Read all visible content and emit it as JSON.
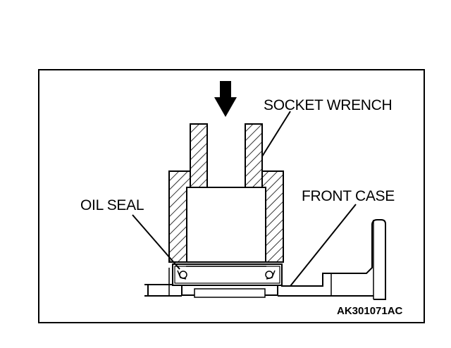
{
  "labels": {
    "socket_wrench": "SOCKET WRENCH",
    "front_case": "FRONT CASE",
    "oil_seal": "OIL SEAL"
  },
  "figure_code": "AK301071AC",
  "colors": {
    "line": "#000000",
    "background": "#ffffff"
  },
  "icons": {
    "press_direction": "down-arrow-icon"
  }
}
